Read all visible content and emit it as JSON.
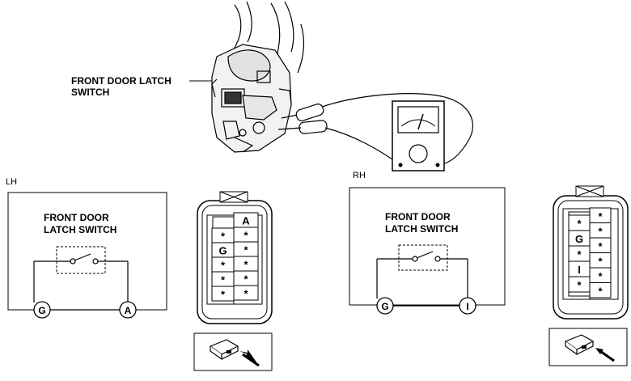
{
  "top_callout": {
    "line1": "FRONT DOOR LATCH",
    "line2": "SWITCH"
  },
  "lh": {
    "side_label": "LH",
    "switch_line1": "FRONT DOOR",
    "switch_line2": "LATCH SWITCH",
    "terminal_left": "G",
    "terminal_right": "A",
    "connector_right_col": [
      "A",
      "*",
      "*",
      "*",
      "*",
      "*"
    ],
    "connector_left_col": [
      "*",
      "G",
      "*",
      "*",
      "*"
    ]
  },
  "rh": {
    "side_label": "RH",
    "switch_line1": "FRONT DOOR",
    "switch_line2": "LATCH SWITCH",
    "terminal_left": "G",
    "terminal_right": "I",
    "connector_right_col": [
      "*",
      "*",
      "*",
      "*",
      "*",
      "*"
    ],
    "connector_left_col": [
      "*",
      "G",
      "*",
      "I",
      "*"
    ]
  }
}
